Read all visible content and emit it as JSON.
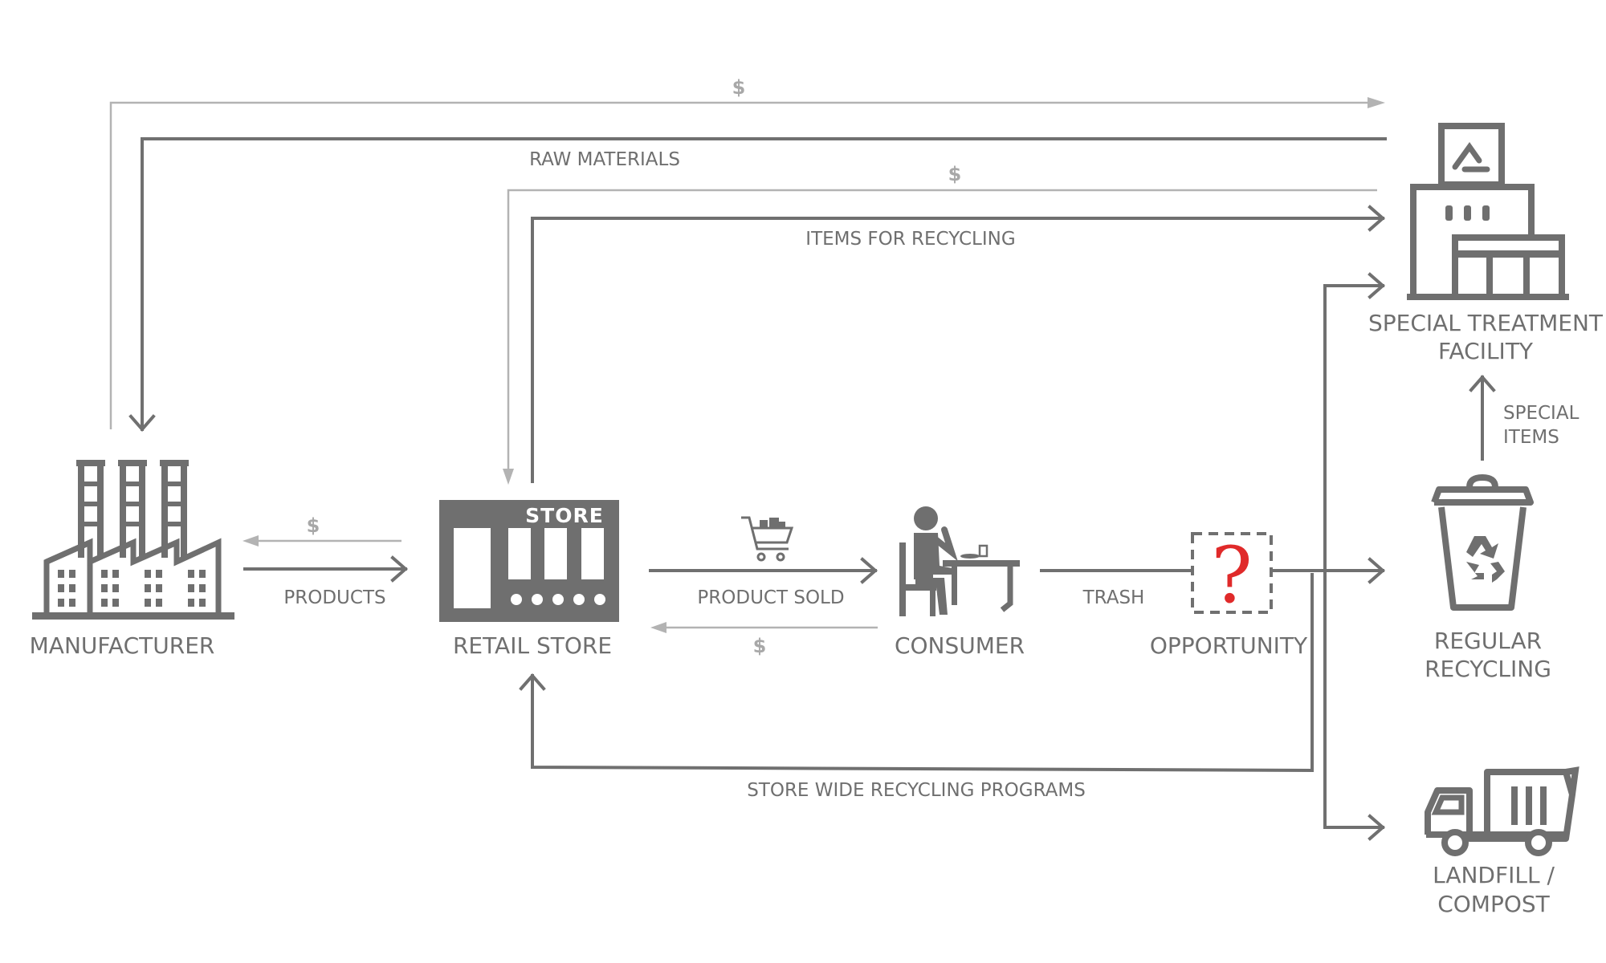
{
  "nodes": {
    "manufacturer": "MANUFACTURER",
    "retail_store": "RETAIL STORE",
    "store_sign": "STORE",
    "consumer": "CONSUMER",
    "opportunity": "OPPORTUNITY",
    "opportunity_mark": "?",
    "special_treatment": [
      "SPECIAL TREATMENT",
      "FACILITY"
    ],
    "regular_recycling": [
      "REGULAR",
      "RECYCLING"
    ],
    "landfill": [
      "LANDFILL /",
      "COMPOST"
    ]
  },
  "flows": {
    "money": "$",
    "raw_materials": "RAW MATERIALS",
    "items_for_recycling": "ITEMS FOR RECYCLING",
    "products": "PRODUCTS",
    "product_sold": "PRODUCT SOLD",
    "trash": "TRASH",
    "special_items": [
      "SPECIAL",
      "ITEMS"
    ],
    "store_wide": "STORE WIDE RECYCLING PROGRAMS"
  },
  "colors": {
    "line": "#707070",
    "money_line": "#b3b3b3",
    "icon": "#6f6f6f",
    "question": "#e02a2a"
  }
}
